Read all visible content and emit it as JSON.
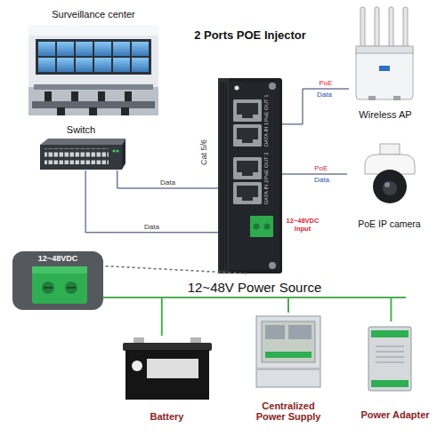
{
  "diagram": {
    "nodes": [
      {
        "text": [
          "Surveillance center"
        ]
      },
      {
        "text": [
          "Switch"
        ]
      },
      {
        "text": [
          "2 Ports POE Injector"
        ]
      },
      {
        "text": [
          "Wireless AP"
        ]
      },
      {
        "text": [
          "PoE IP camera"
        ]
      },
      {
        "text": [
          "12~48VDC"
        ]
      },
      {
        "text": [
          "12~48V Power Source"
        ]
      },
      {
        "text": [
          "Battery"
        ]
      },
      {
        "text": [
          "Centralized Power Supply"
        ]
      },
      {
        "text": [
          "Power Adapter"
        ]
      }
    ],
    "edges": [
      {
        "from": 1,
        "to": 2,
        "label": "Data",
        "arrow": "none"
      },
      {
        "from": 1,
        "to": 2,
        "label": "Data",
        "arrow": "none"
      },
      {
        "from": 2,
        "to": 3,
        "label": "PoE",
        "arrow": "none"
      },
      {
        "from": 2,
        "to": 4,
        "label": "PoE",
        "arrow": "none"
      },
      {
        "from": 2,
        "to": 5,
        "arrow": "none"
      },
      {
        "from": 5,
        "to": 6,
        "arrow": "none"
      },
      {
        "from": 6,
        "to": 7,
        "arrow": "none"
      },
      {
        "from": 6,
        "to": 8,
        "arrow": "none"
      },
      {
        "from": 6,
        "to": 9,
        "arrow": "none"
      }
    ],
    "labels": [
      "Cat 5/6",
      "PoE OUT 1",
      "DATA IN 1",
      "PoE OUT 2",
      "DATA IN 2",
      "12~48VDC Input",
      "Data",
      "Data"
    ]
  }
}
